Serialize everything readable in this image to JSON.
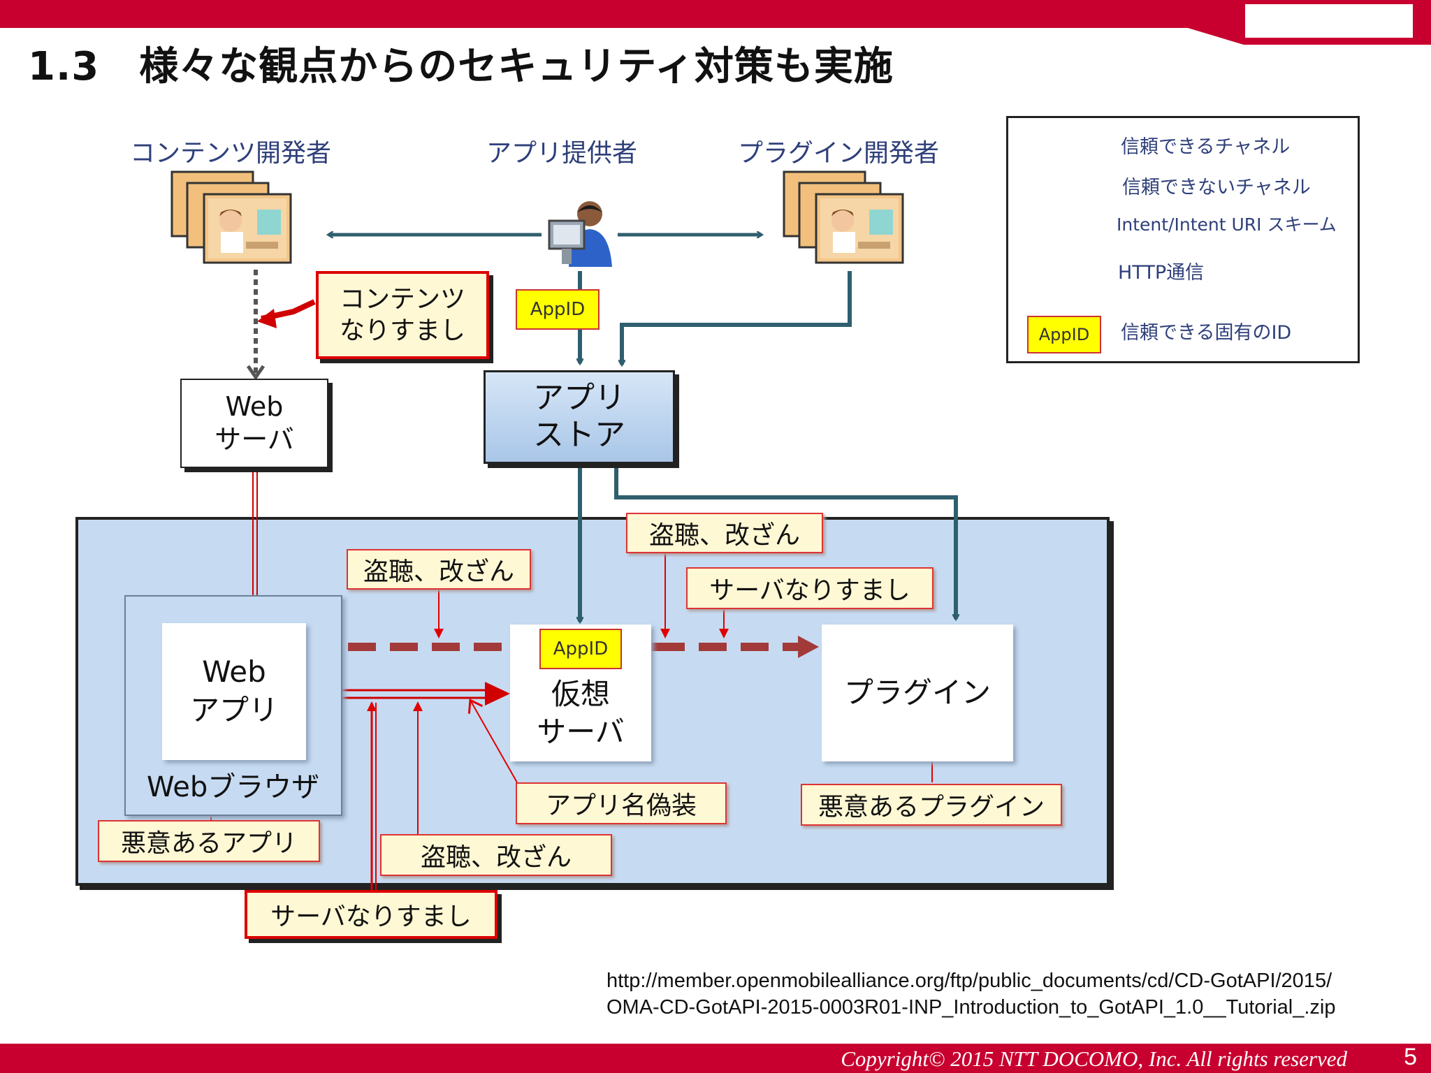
{
  "title": "1.3　様々な観点からのセキュリティ対策も実施",
  "actors": {
    "content_developer": "コンテンツ開発者",
    "app_provider": "アプリ提供者",
    "plugin_developer": "プラグイン開発者"
  },
  "nodes": {
    "web_server": "Web\nサーバ",
    "app_store": "アプリ\nストア",
    "web_app": "Web\nアプリ",
    "web_browser": "Webブラウザ",
    "virtual_server": "仮想\nサーバ",
    "plugin": "プラグイン"
  },
  "appid_label": "AppID",
  "threats": {
    "content_spoofing": "コンテンツ\nなりすまし",
    "eavesdrop_tamper_1": "盗聴、改ざん",
    "eavesdrop_tamper_2": "盗聴、改ざん",
    "eavesdrop_tamper_3": "盗聴、改ざん",
    "server_spoofing_1": "サーバなりすまし",
    "server_spoofing_2": "サーバなりすまし",
    "app_name_spoofing": "アプリ名偽装",
    "malicious_app": "悪意あるアプリ",
    "malicious_plugin": "悪意あるプラグイン"
  },
  "legend": {
    "trusted_channel": "信頼できるチャネル",
    "untrusted_channel": "信頼できないチャネル",
    "intent_scheme": "Intent/Intent URI スキーム",
    "http": "HTTP通信",
    "appid_box": "AppID",
    "appid_desc": "信頼できる固有のID"
  },
  "colors": {
    "brand_red": "#c8002f",
    "trusted_arrow": "#2f5f6e",
    "untrusted_arrow": "#555555",
    "intent_arrow": "#a33a3a",
    "http_arrow": "#d00000",
    "device_area": "#c6dbf2",
    "threat_fill": "#fff8d4",
    "appid_fill": "#ffff00"
  },
  "source_url": {
    "line1": "http://member.openmobilealliance.org/ftp/public_documents/cd/CD-GotAPI/2015/",
    "line2": "OMA-CD-GotAPI-2015-0003R01-INP_Introduction_to_GotAPI_1.0__Tutorial_.zip"
  },
  "footer": {
    "copyright": "Copyright© 2015 NTT DOCOMO, Inc. All rights reserved",
    "page": "5"
  }
}
